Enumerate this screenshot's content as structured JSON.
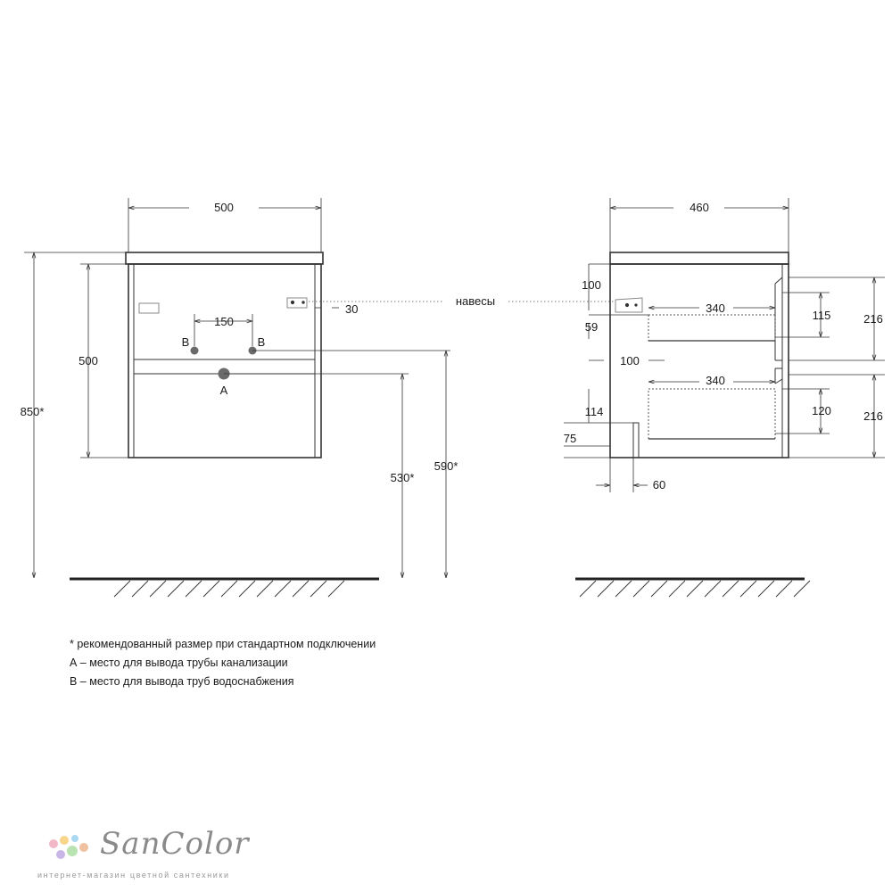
{
  "front_view": {
    "dims": {
      "width": "500",
      "total_height": "850*",
      "body_height": "500",
      "pipe_spacing": "150",
      "offset": "30",
      "drain_height": "530*",
      "supply_height": "590*"
    },
    "labels": {
      "supply": "B",
      "drain": "A"
    }
  },
  "side_view": {
    "dims": {
      "depth": "460",
      "hanger_top": "100",
      "upper_shelf_depth": "340",
      "upper_gap": "59",
      "upper_inner": "115",
      "upper_drawer": "216",
      "middle_gap": "100",
      "lower_shelf_depth": "340",
      "lower_gap": "114",
      "lower_inner": "120",
      "lower_drawer": "216",
      "bottom": "75",
      "plinth": "60"
    }
  },
  "callout": {
    "hangers": "навесы"
  },
  "notes": [
    "* рекомендованный размер при стандартном подключении",
    "А – место для вывода трубы канализации",
    "В – место для вывода труб водоснабжения"
  ],
  "logo": {
    "name": "SanColor",
    "tagline": "интернет-магазин цветной сантехники",
    "dot_colors": [
      "#f3b8c8",
      "#f7d58a",
      "#a9d8f0",
      "#c8b6e6",
      "#b9e3b1",
      "#f0c0a0"
    ]
  }
}
